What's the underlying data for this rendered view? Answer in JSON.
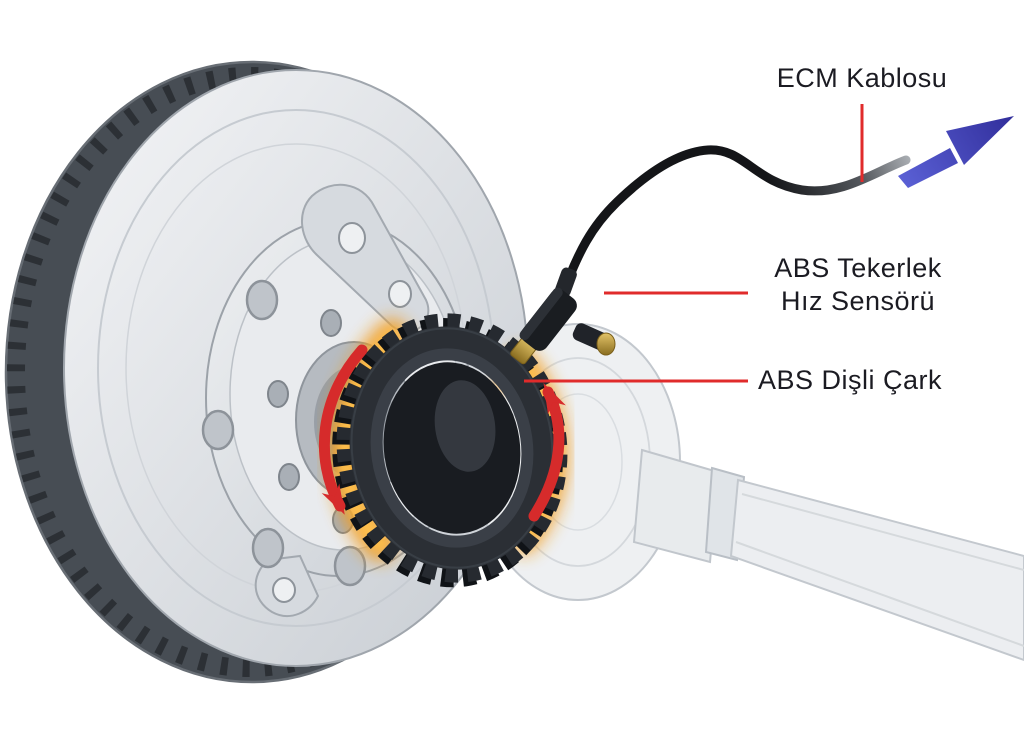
{
  "page": {
    "background": "#ffffff",
    "description_labels_language": "Turkish"
  },
  "labels": {
    "ecm_cable": "ECM Kablosu",
    "sensor_line1": "ABS Tekerlek",
    "sensor_line2": "Hız Sensörü",
    "tone_ring": "ABS Dişli Çark"
  },
  "colors": {
    "leader_line": "#e02b2b",
    "rotation_arrow": "#d62b2b",
    "glow_orange": "#f29b1d",
    "glow_core": "#ffc14d",
    "direction_arrow_blue_start": "#5b61d6",
    "direction_arrow_blue_end": "#312e9b",
    "sensor_tip_gold": "#c9a43d",
    "cable_black": "#141518",
    "text": "#1b1b22"
  }
}
